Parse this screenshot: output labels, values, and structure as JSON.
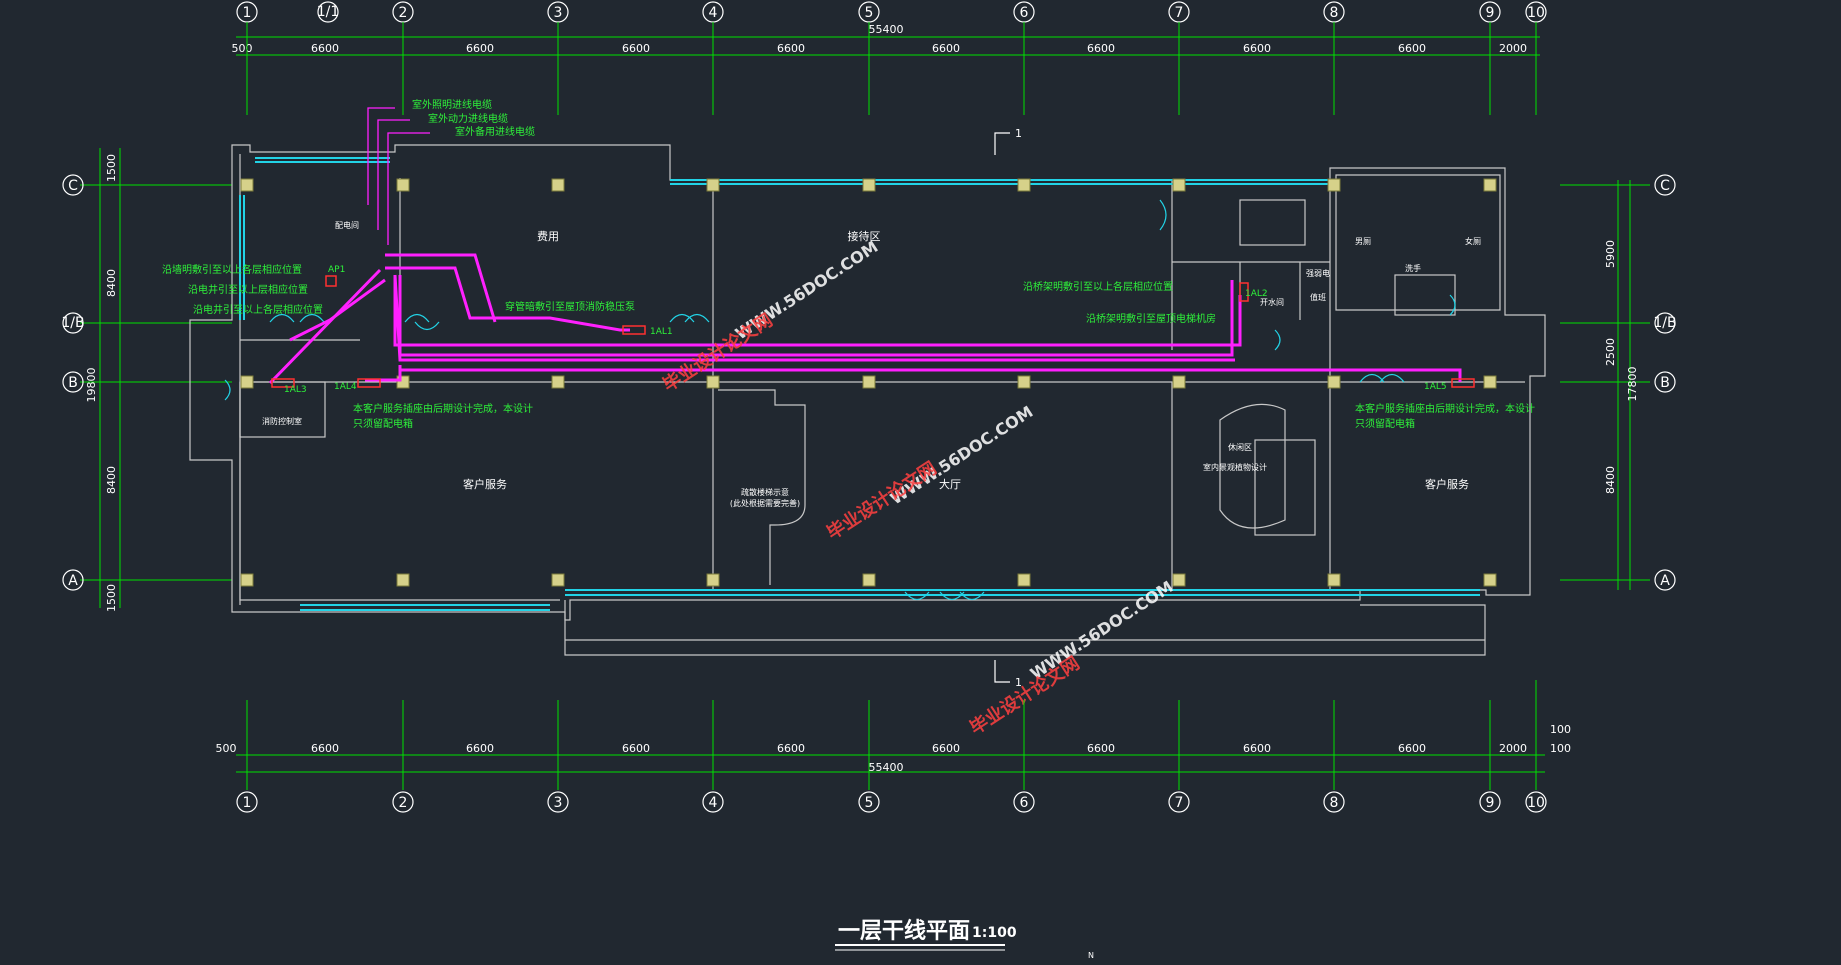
{
  "drawing": {
    "title": "一层干线平面",
    "scale": "1:100",
    "north_mark": "N"
  },
  "axes_top": [
    "1",
    "1/1",
    "2",
    "3",
    "4",
    "5",
    "6",
    "7",
    "8",
    "9",
    "10"
  ],
  "axes_bottom": [
    "1",
    "2",
    "3",
    "4",
    "5",
    "6",
    "7",
    "8",
    "9",
    "10"
  ],
  "axes_left": [
    "C",
    "1/B",
    "B",
    "A"
  ],
  "axes_right": [
    "C",
    "1/B",
    "B",
    "A"
  ],
  "dims_top": {
    "total": "55400",
    "segments": [
      "500",
      "6600",
      "6600",
      "6600",
      "6600",
      "6600",
      "6600",
      "6600",
      "6600",
      "2000"
    ]
  },
  "dims_bottom": {
    "total": "55400",
    "segments": [
      "500",
      "6600",
      "6600",
      "6600",
      "6600",
      "6600",
      "6600",
      "6600",
      "6600",
      "2000"
    ],
    "extra": [
      "100",
      "100"
    ]
  },
  "dims_left": {
    "total": "19800",
    "segments": [
      "1500",
      "8400",
      "8400",
      "1500"
    ]
  },
  "dims_right": {
    "total": "17800",
    "segments": [
      "5900",
      "2500",
      "8400"
    ]
  },
  "section_marks": [
    "1",
    "1"
  ],
  "rooms": {
    "storage": "费用",
    "reception": "接待区",
    "customer_service_left": "客户服务",
    "customer_service_right": "客户服务",
    "lobby": "大厅",
    "fire_control": "消防控制室",
    "men_wc": "男厕",
    "women_wc": "女厕",
    "wash": "洗手",
    "elevator_room": "强弱电",
    "duty": "值班",
    "water_room": "开水间",
    "garden": "休闲区",
    "garden_note": "室内景观植物设计",
    "stair_note": "疏散楼梯示意",
    "stair_note2": "(此处根据需要完善)",
    "pipe_room": "配电间"
  },
  "cable_notes": {
    "lighting_in": "室外照明进线电缆",
    "power_in": "室外动力进线电缆",
    "backup_in": "室外备用进线电缆",
    "left_1": "沿墙明敷引至以上各层相应位置",
    "left_2": "沿电井引至以上层相应位置",
    "left_3": "沿电井引至以上各层相应位置",
    "pipe_roof": "穿管暗敷引至屋顶消防稳压泵",
    "right_1": "沿桥架明敷引至以上各层相应位置",
    "right_2": "沿桥架明敷引至屋顶电梯机房",
    "service_note_left_1": "本客户服务插座由后期设计完成，本设计",
    "service_note_left_2": "只须留配电箱",
    "service_note_right_1": "本客户服务插座由后期设计完成，本设计",
    "service_note_right_2": "只须留配电箱"
  },
  "panels": {
    "ap1": "AP1",
    "al1": "1AL1",
    "al2": "1AL2",
    "al3": "1AL3",
    "al4": "1AL4",
    "al5": "1AL5"
  },
  "watermarks": {
    "site_1": "WWW.56DOC.COM",
    "site_2": "WWW.56DOC.COM",
    "site_3": "WWW.56DOC.COM",
    "brand_1": "毕业设计论文网",
    "brand_2": "毕业设计论文网",
    "brand_3": "毕业设计论文网"
  },
  "colors": {
    "background": "#212830",
    "grid": "#00e000",
    "cable": "#ff20ff",
    "window": "#22d3e6",
    "note": "#2ef03a"
  }
}
